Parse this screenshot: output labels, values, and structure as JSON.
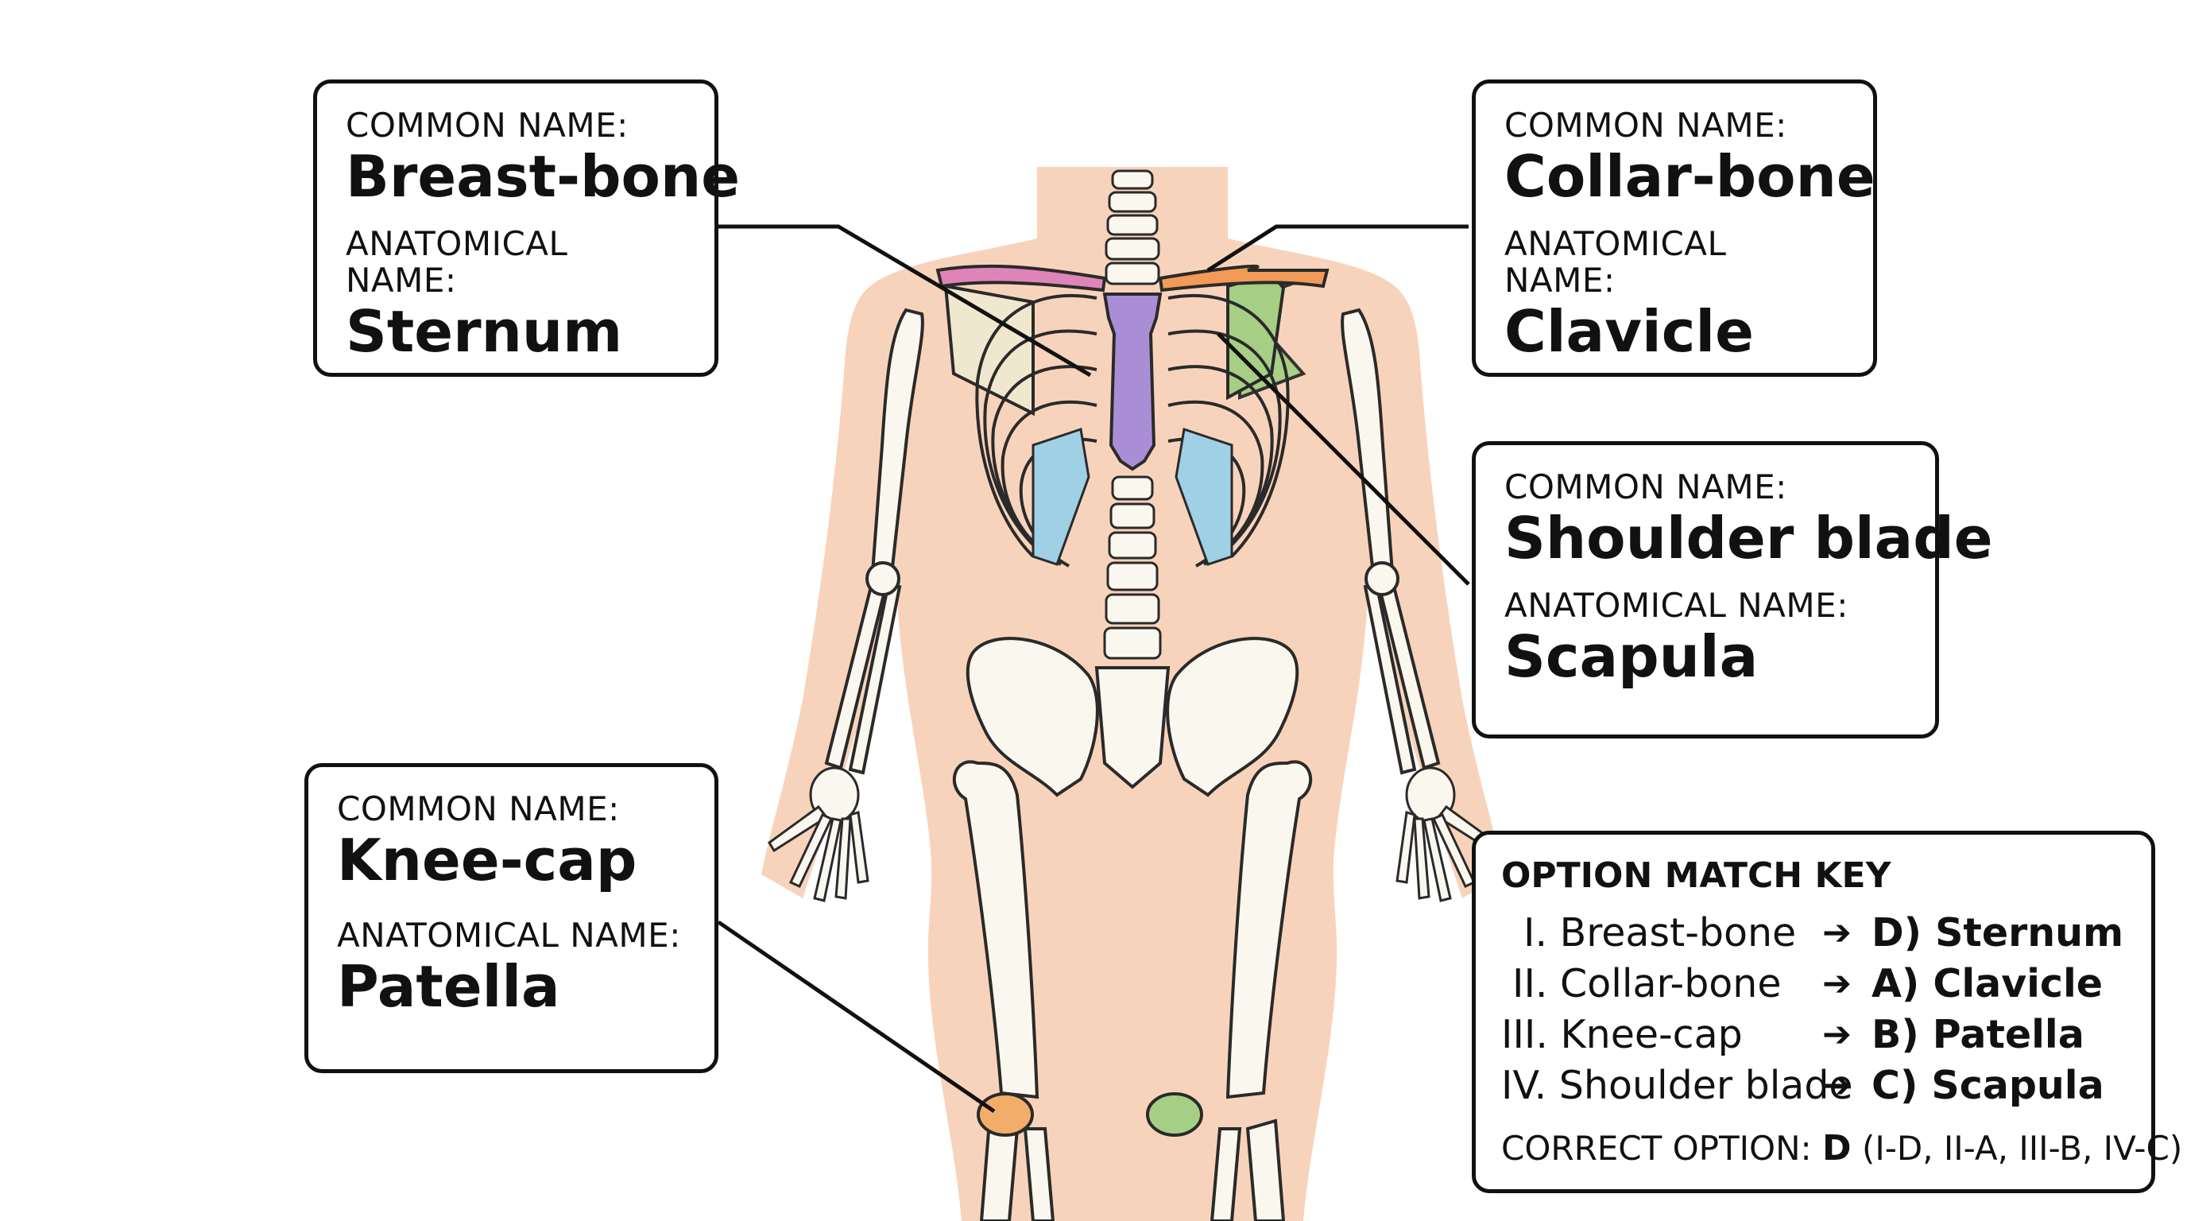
{
  "labels": {
    "common_caption": "COMMON NAME:",
    "anatomical_caption": "ANATOMICAL NAME:",
    "breast_bone": {
      "common": "Breast-bone",
      "anatomical": "Sternum"
    },
    "collar_bone": {
      "common": "Collar-bone",
      "anatomical": "Clavicle"
    },
    "shoulder_blade": {
      "common": "Shoulder blade",
      "anatomical": "Scapula"
    },
    "knee_cap": {
      "common": "Knee-cap",
      "anatomical": "Patella"
    }
  },
  "match_key": {
    "title": "OPTION MATCH KEY",
    "rows": [
      {
        "left": "I. Breast-bone",
        "arrow": "➔",
        "right": "D) Sternum"
      },
      {
        "left": "II. Collar-bone",
        "arrow": "➔",
        "right": "A) Clavicle"
      },
      {
        "left": "III. Knee-cap",
        "arrow": "➔",
        "right": "B) Patella"
      },
      {
        "left": "IV. Shoulder blade",
        "arrow": "➔",
        "right": "C) Scapula"
      }
    ],
    "correct_prefix": "CORRECT OPTION:",
    "correct_letter": "D",
    "correct_detail": "(I-D, II-A, III-B, IV-C)"
  },
  "colors": {
    "skin": "#f8d3bb",
    "bone": "#faf7ef",
    "outline": "#2a2a2a",
    "sternum": "#a98ed6",
    "clavicle_right": "#de84b8",
    "clavicle_left": "#f29a57",
    "scapula": "#a6cf85",
    "costal_cartilage": "#9fd0e6",
    "patella_right": "#f3ad6a",
    "patella_left": "#a6cf85"
  }
}
